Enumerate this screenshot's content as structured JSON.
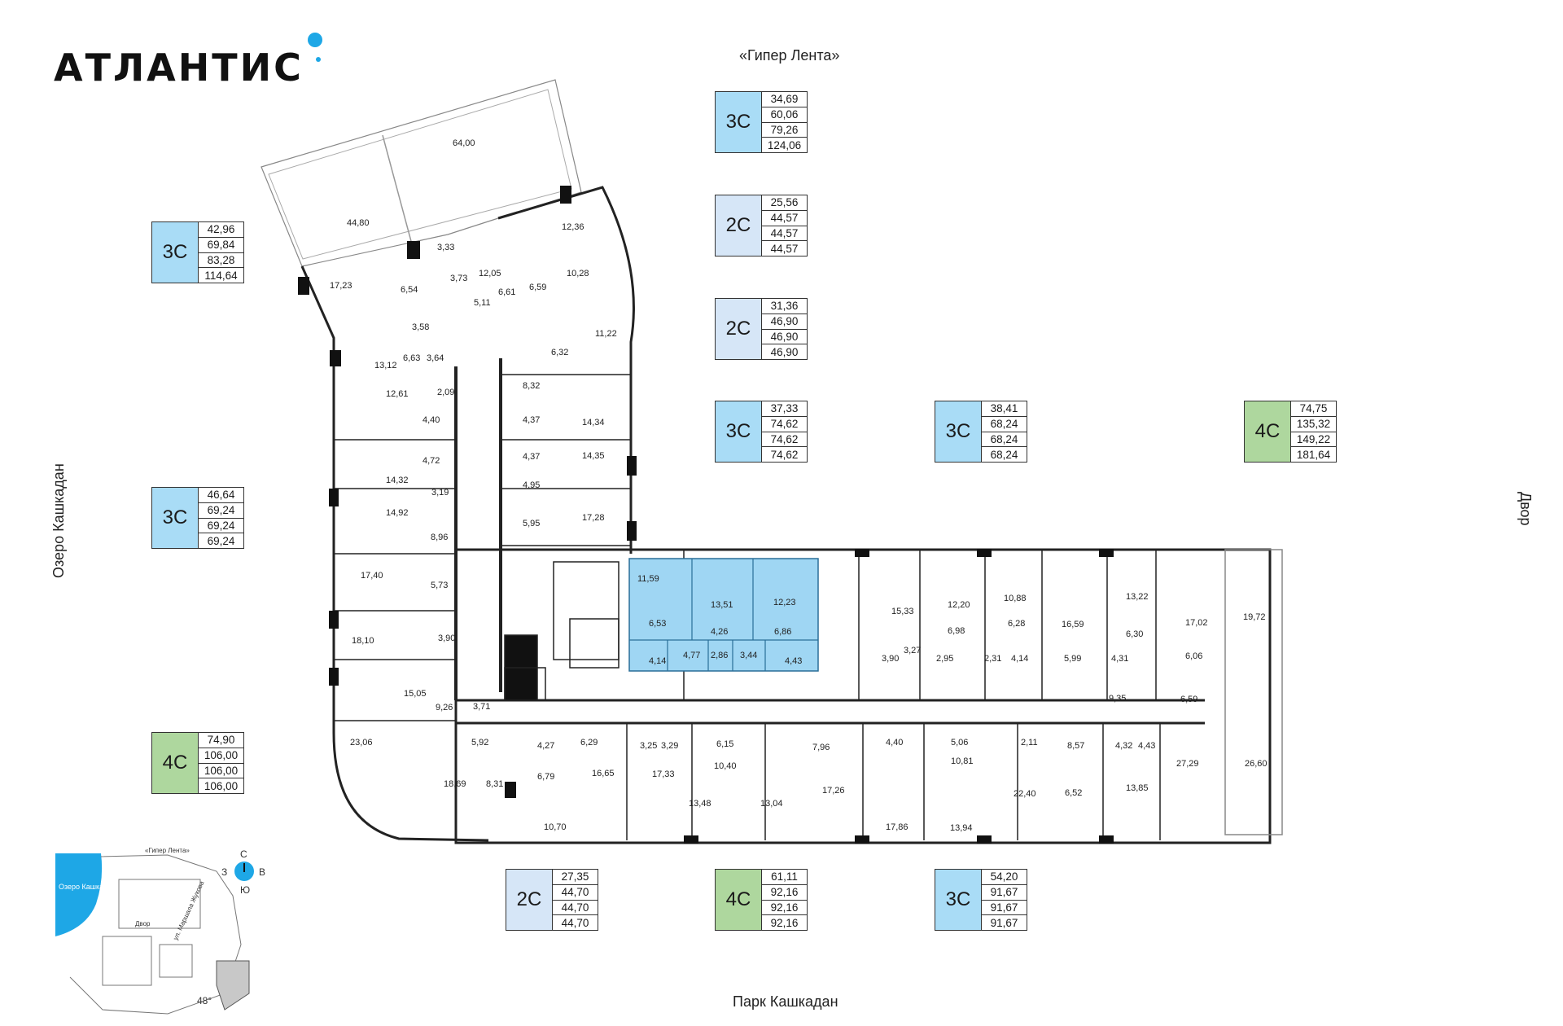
{
  "brand": {
    "name": "АТЛАНТИС"
  },
  "directions": {
    "north": "«Гипер Лента»",
    "south": "Парк Кашкадан",
    "west": "Озеро Кашкадан",
    "east": "Двор"
  },
  "apartments": [
    {
      "type": "3С",
      "values": [
        "34,69",
        "60,06",
        "79,26",
        "124,06"
      ]
    },
    {
      "type": "2С",
      "values": [
        "25,56",
        "44,57",
        "44,57",
        "44,57"
      ]
    },
    {
      "type": "2С",
      "values": [
        "31,36",
        "46,90",
        "46,90",
        "46,90"
      ]
    },
    {
      "type": "3С",
      "values": [
        "37,33",
        "74,62",
        "74,62",
        "74,62"
      ]
    },
    {
      "type": "3С",
      "values": [
        "38,41",
        "68,24",
        "68,24",
        "68,24"
      ]
    },
    {
      "type": "4С",
      "values": [
        "74,75",
        "135,32",
        "149,22",
        "181,64"
      ]
    },
    {
      "type": "3С",
      "values": [
        "42,96",
        "69,84",
        "83,28",
        "114,64"
      ]
    },
    {
      "type": "3С",
      "values": [
        "46,64",
        "69,24",
        "69,24",
        "69,24"
      ]
    },
    {
      "type": "4С",
      "values": [
        "74,90",
        "106,00",
        "106,00",
        "106,00"
      ]
    },
    {
      "type": "2С",
      "values": [
        "27,35",
        "44,70",
        "44,70",
        "44,70"
      ]
    },
    {
      "type": "4С",
      "values": [
        "61,11",
        "92,16",
        "92,16",
        "92,16"
      ]
    },
    {
      "type": "3С",
      "values": [
        "54,20",
        "91,67",
        "91,67",
        "91,67"
      ]
    }
  ],
  "room_areas": [
    "64,00",
    "44,80",
    "12,36",
    "3,33",
    "12,05",
    "10,28",
    "17,23",
    "6,54",
    "3,73",
    "5,11",
    "6,61",
    "6,59",
    "3,58",
    "11,22",
    "6,63",
    "3,64",
    "13,12",
    "6,32",
    "8,32",
    "12,61",
    "2,09",
    "4,37",
    "14,34",
    "4,40",
    "4,37",
    "14,35",
    "4,72",
    "14,32",
    "3,19",
    "4,95",
    "14,92",
    "17,28",
    "5,95",
    "8,96",
    "17,40",
    "5,73",
    "18,10",
    "3,90",
    "15,05",
    "9,26",
    "3,71",
    "23,06",
    "5,92",
    "8,31",
    "18,69",
    "4,27",
    "6,79",
    "10,70",
    "6,29",
    "16,65",
    "3,25",
    "3,29",
    "17,33",
    "6,15",
    "10,40",
    "13,48",
    "13,04",
    "7,96",
    "17,26",
    "11,59",
    "13,51",
    "12,23",
    "6,53",
    "4,26",
    "6,86",
    "4,14",
    "4,77",
    "2,86",
    "3,44",
    "4,43",
    "15,33",
    "12,20",
    "10,88",
    "16,59",
    "13,22",
    "17,02",
    "19,72",
    "3,27",
    "6,98",
    "6,28",
    "6,30",
    "3,90",
    "2,95",
    "2,31",
    "4,14",
    "5,99",
    "4,31",
    "6,06",
    "9,35",
    "6,59",
    "4,40",
    "5,06",
    "2,11",
    "10,81",
    "8,57",
    "4,32",
    "4,43",
    "27,29",
    "26,60",
    "17,86",
    "13,94",
    "22,40",
    "6,52",
    "13,85"
  ],
  "minimap": {
    "lake": "Озеро Кашкадан",
    "road": "«Гипер Лента»",
    "yard": "Двор",
    "street": "ул. Маршала Жукова",
    "angle": "48°"
  },
  "compass": {
    "n": "С",
    "s": "Ю",
    "w": "З",
    "e": "В"
  },
  "colors": {
    "type3": "#a9dcf6",
    "type2": "#d6e6f7",
    "type4": "#aed79e",
    "highlight": "#9fd6f3",
    "accent": "#1ea7e6"
  }
}
